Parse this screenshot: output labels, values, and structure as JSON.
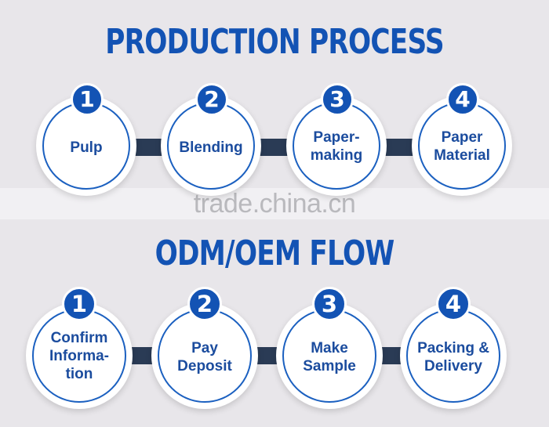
{
  "sections": [
    {
      "title": "PRODUCTION PROCESS",
      "steps": [
        {
          "number": "1",
          "label": "Pulp"
        },
        {
          "number": "2",
          "label": "Blending"
        },
        {
          "number": "3",
          "label": "Paper-\nmaking"
        },
        {
          "number": "4",
          "label": "Paper\nMaterial"
        }
      ]
    },
    {
      "title": "ODM/OEM FLOW",
      "steps": [
        {
          "number": "1",
          "label": "Confirm\nInforma-\ntion"
        },
        {
          "number": "2",
          "label": "Pay\nDeposit"
        },
        {
          "number": "3",
          "label": "Make\nSample"
        },
        {
          "number": "4",
          "label": "Packing &\nDelivery"
        }
      ]
    }
  ],
  "watermark": "trade.china.cn",
  "colors": {
    "accent": "#1353b4",
    "text": "#1b4c9e",
    "connector": "#2a3b55",
    "background": "#e8e6ea"
  }
}
